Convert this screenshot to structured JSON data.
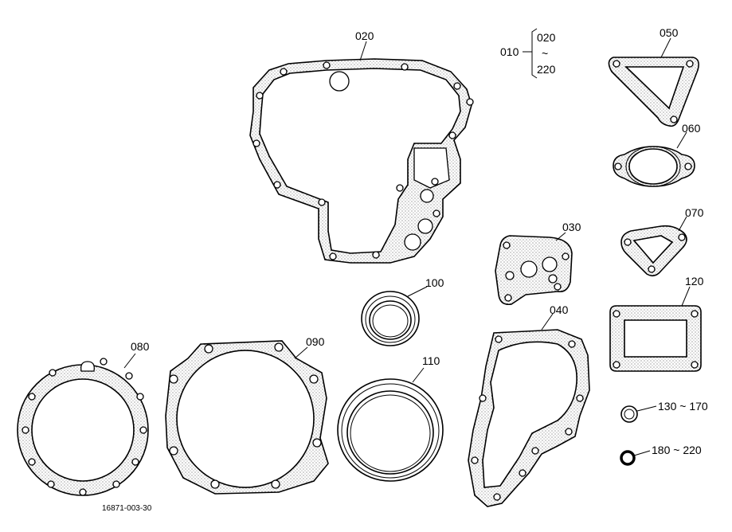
{
  "diagram": {
    "drawing_number": "16871-003-30",
    "set_label": {
      "ref": "010",
      "range_start": "020",
      "range_tilde": "~",
      "range_end": "220"
    },
    "parts": {
      "p020": "020",
      "p030": "030",
      "p040": "040",
      "p050": "050",
      "p060": "060",
      "p070": "070",
      "p080": "080",
      "p090": "090",
      "p100": "100",
      "p110": "110",
      "p120": "120",
      "p130": "130 ~ 170",
      "p180": "180 ~ 220"
    }
  }
}
